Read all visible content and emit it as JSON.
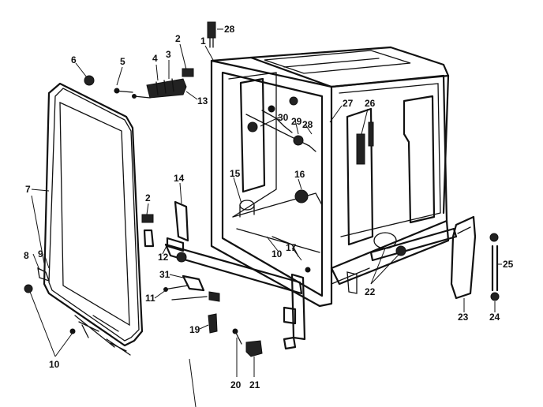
{
  "callouts": [
    "28",
    "1",
    "2",
    "3",
    "4",
    "5",
    "6",
    "13",
    "30",
    "29",
    "28",
    "27",
    "26",
    "16",
    "15",
    "7",
    "8",
    "9",
    "2",
    "14",
    "12",
    "10",
    "17",
    "31",
    "11",
    "19",
    "20",
    "21",
    "22",
    "23",
    "24",
    "25",
    "10"
  ]
}
